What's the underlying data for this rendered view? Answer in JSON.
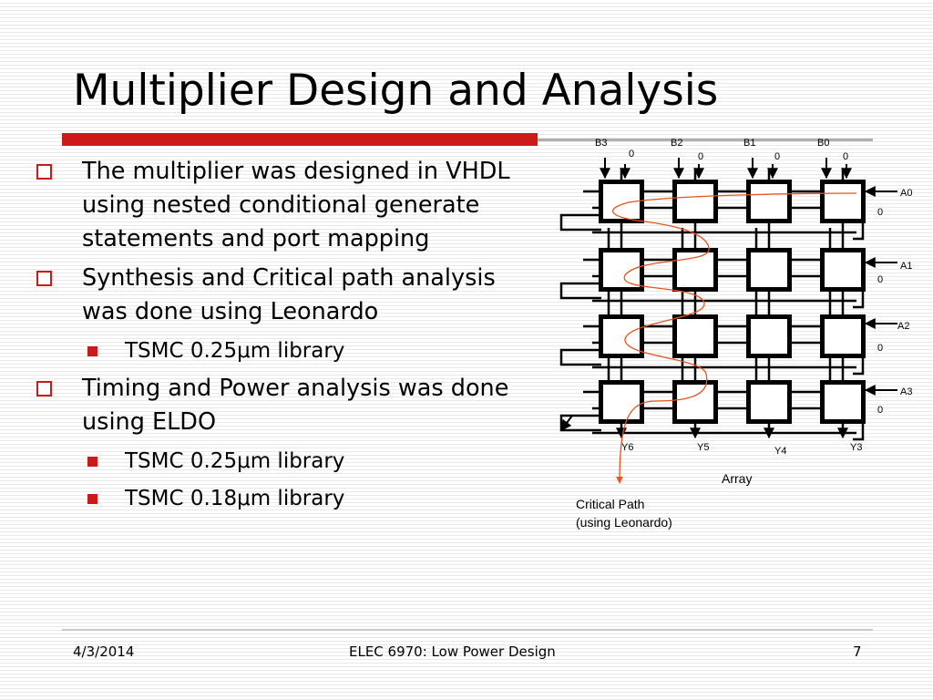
{
  "slide": {
    "title": "Multiplier Design and Analysis",
    "bullets": [
      {
        "text": "The multiplier was designed in VHDL using nested conditional generate statements and port mapping",
        "sub": []
      },
      {
        "text": "Synthesis and Critical path analysis was done using Leonardo",
        "sub": [
          "TSMC 0.25μm library"
        ]
      },
      {
        "text": "Timing and Power analysis was done using ELDO",
        "sub": [
          "TSMC 0.25μm library",
          "TSMC 0.18μm library"
        ]
      }
    ]
  },
  "diagram": {
    "b_inputs": [
      "B3",
      "B2",
      "B1",
      "B0"
    ],
    "a_inputs": [
      "A0",
      "A1",
      "A2",
      "A3"
    ],
    "zero": "0",
    "outputs": [
      "Y6",
      "Y5",
      "Y4",
      "Y3"
    ],
    "array_label": "Array",
    "critical_path_line1": "Critical Path",
    "critical_path_line2": "(using Leonardo)",
    "path_color": "#e8541c"
  },
  "footer": {
    "date": "4/3/2014",
    "course": "ELEC 6970: Low Power Design",
    "page": "7"
  },
  "colors": {
    "accent": "#cc1a1a"
  }
}
